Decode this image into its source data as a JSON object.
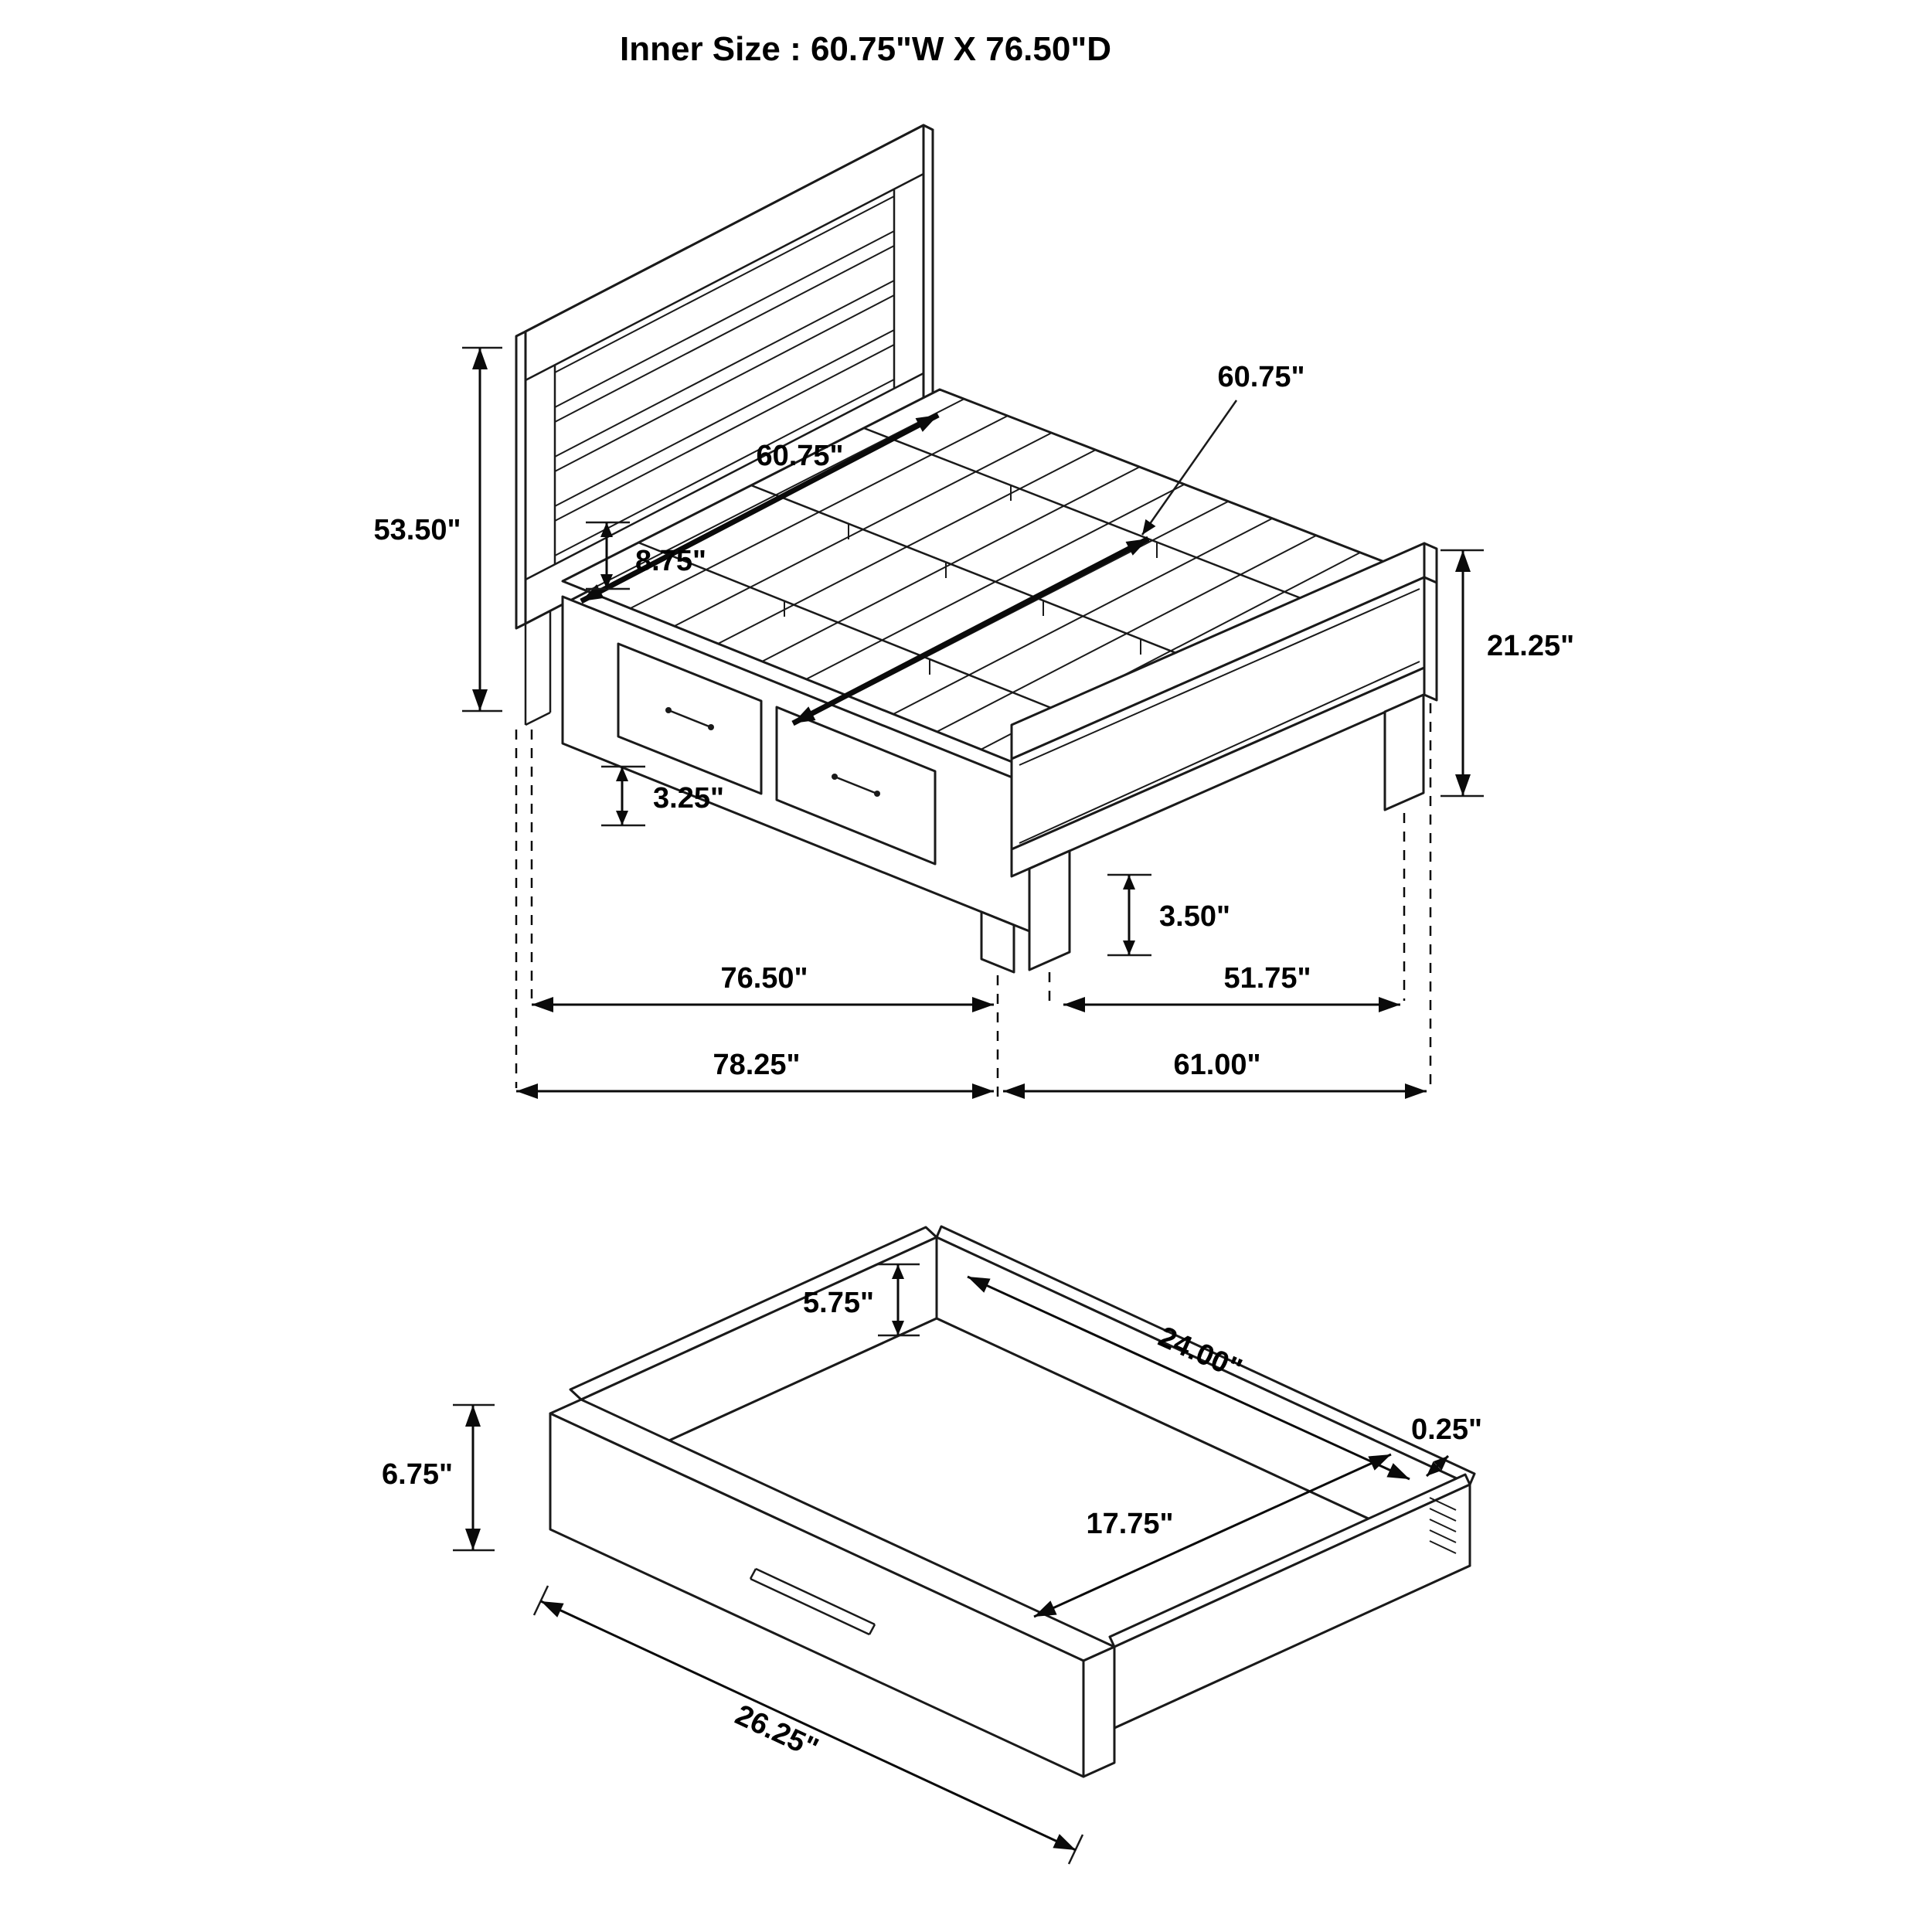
{
  "title": "Inner Size : 60.75\"W X 76.50\"D",
  "bed": {
    "headboard_height": "53.50\"",
    "inner_width": "60.75\"",
    "inner_width_callout": "60.75\"",
    "deck_height": "8.75\"",
    "footboard_height": "21.25\"",
    "drawer_bottom_clearance": "3.25\"",
    "leg_height": "3.50\"",
    "inner_depth": "76.50\"",
    "footboard_span": "51.75\"",
    "overall_depth": "78.25\"",
    "overall_width": "61.00\""
  },
  "drawer": {
    "inner_height": "5.75\"",
    "inner_width": "24.00\"",
    "side_thickness": "0.25\"",
    "front_height": "6.75\"",
    "inner_depth": "17.75\"",
    "front_width": "26.25\""
  }
}
